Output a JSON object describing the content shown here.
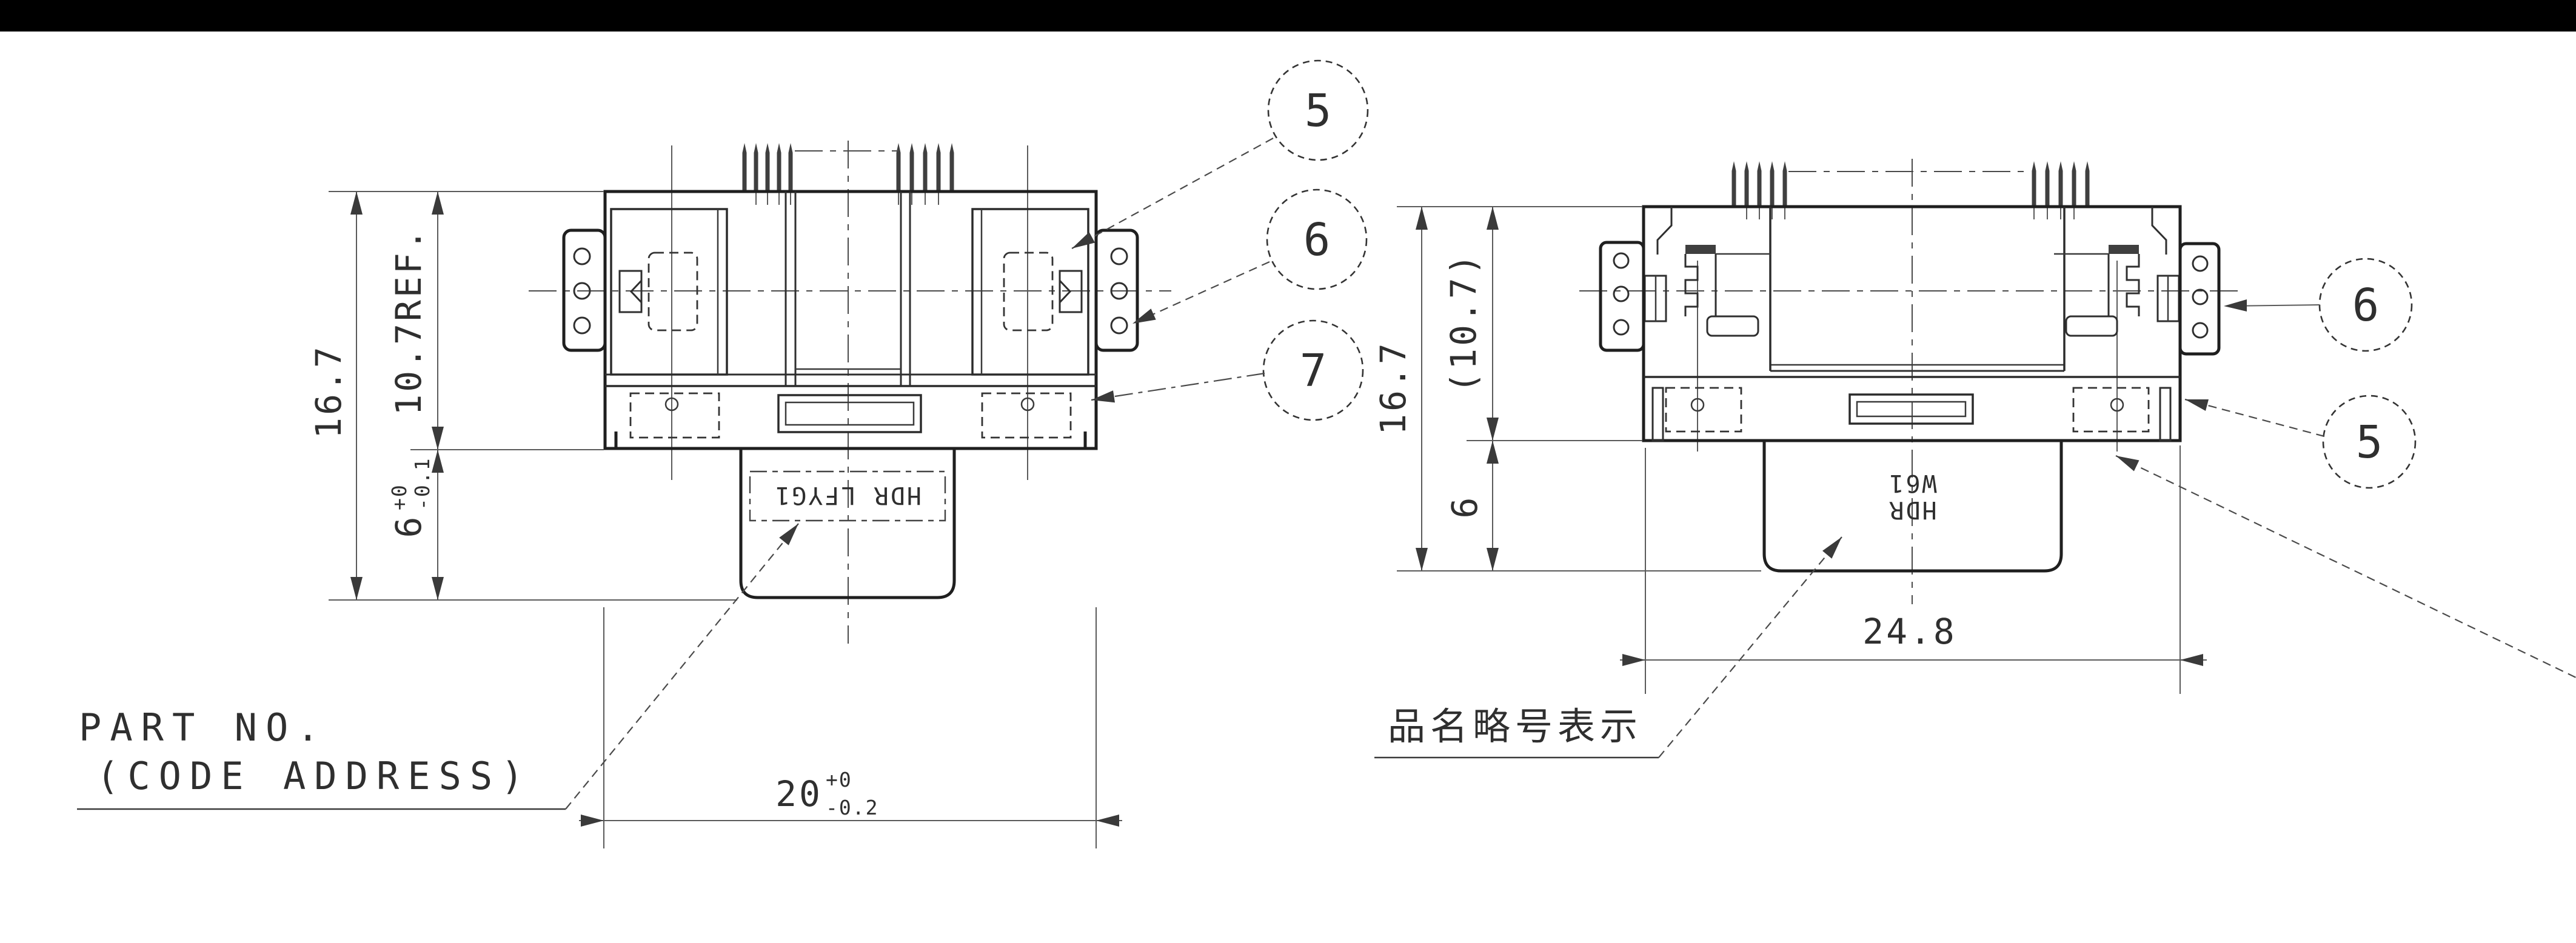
{
  "front_view": {
    "dim_height": "16.7",
    "dim_height_ref": "10.7REF.",
    "dim_lower_base": "6",
    "dim_lower_sup": "+0",
    "dim_lower_sub": "-0.1",
    "dim_width_base": "20",
    "dim_width_sup": "+0",
    "dim_width_sub": "-0.2",
    "part_label": "HDR LFYG1",
    "balloon_top": "5",
    "balloon_middle": "6",
    "balloon_bottom": "7",
    "note_line1": "PART NO.",
    "note_line2": "(CODE ADDRESS)"
  },
  "side_view": {
    "dim_height": "16.7",
    "dim_height_ref": "(10.7)",
    "dim_lower": "6",
    "dim_width": "24.8",
    "part_label_line1": "HDR",
    "part_label_line2": "W61",
    "balloon_top": "6",
    "balloon_bottom": "5",
    "note": "品名略号表示"
  },
  "colors": {
    "background": "#ffffff",
    "outline": "#1f1f1f",
    "thin_line": "#5a5a5a",
    "text": "#2f2f2f",
    "top_bar": "#000000"
  }
}
